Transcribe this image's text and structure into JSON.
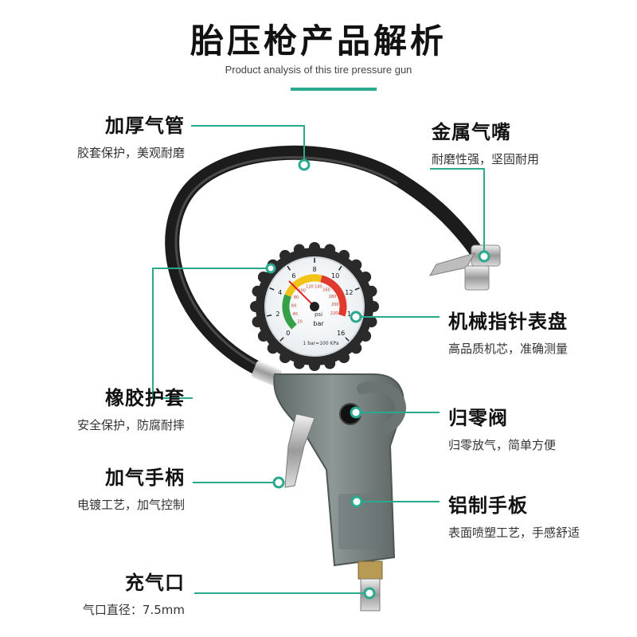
{
  "title": "胎压枪产品解析",
  "subtitle": "Product analysis of this tire pressure gun",
  "colors": {
    "accent": "#2aa98f",
    "hose": "#1c1c1c",
    "body": "#7b8584",
    "gauge_rim": "#2a2a2a",
    "zone_green": "#35a046",
    "zone_yellow": "#f2c418",
    "zone_red": "#e03a2f"
  },
  "gauge": {
    "outer_ticks": [
      "0",
      "2",
      "4",
      "6",
      "8",
      "10",
      "12",
      "14",
      "16"
    ],
    "inner_ticks": [
      "20",
      "40",
      "60",
      "80",
      "100",
      "120",
      "140",
      "160",
      "180",
      "200",
      "220"
    ],
    "unit_psi": "psi",
    "unit_bar": "bar",
    "note": "1 bar=100 KPa"
  },
  "callouts": [
    {
      "key": "hose",
      "title": "加厚气管",
      "desc": "胶套保护，美观耐磨"
    },
    {
      "key": "nozzle",
      "title": "金属气嘴",
      "desc": "耐磨性强，坚固耐用"
    },
    {
      "key": "gauge",
      "title": "机械指针表盘",
      "desc": "高品质机芯，准确测量"
    },
    {
      "key": "sleeve",
      "title": "橡胶护套",
      "desc": "安全保护，防腐耐摔"
    },
    {
      "key": "reset",
      "title": "归零阀",
      "desc": "归零放气，简单方便"
    },
    {
      "key": "handle",
      "title": "加气手柄",
      "desc": "电镀工艺，加气控制"
    },
    {
      "key": "plate",
      "title": "铝制手板",
      "desc": "表面喷塑工艺，手感舒适"
    },
    {
      "key": "inlet",
      "title": "充气口",
      "desc": "气口直径：7.5mm"
    }
  ]
}
